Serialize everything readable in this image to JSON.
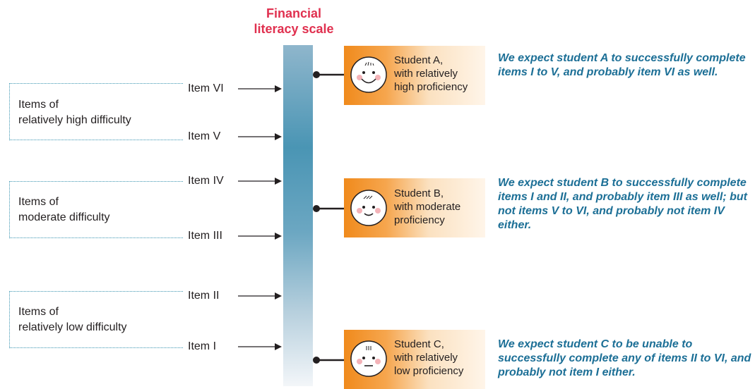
{
  "title": "Financial\nliteracy scale",
  "groups": [
    {
      "label": "Items of\nrelatively high difficulty"
    },
    {
      "label": "Items of\nmoderate difficulty"
    },
    {
      "label": "Items of\nrelatively low difficulty"
    }
  ],
  "items": [
    {
      "label": "Item VI"
    },
    {
      "label": "Item V"
    },
    {
      "label": "Item IV"
    },
    {
      "label": "Item III"
    },
    {
      "label": "Item II"
    },
    {
      "label": "Item I"
    }
  ],
  "students": [
    {
      "label": "Student A,\nwith relatively\nhigh proficiency",
      "face": "smiling-face-icon",
      "expectation": "We expect student A to successfully complete items I to V, and probably item VI as well."
    },
    {
      "label": "Student B,\nwith moderate\nproficiency",
      "face": "content-face-icon",
      "expectation": "We expect student B to successfully complete items I and II, and probably item III as well; but not items V to VI, and probably not item IV either."
    },
    {
      "label": "Student C,\nwith relatively\nlow proficiency",
      "face": "neutral-face-icon",
      "expectation": "We expect student C to be unable to successfully complete any of items II to VI, and probably not item I either."
    }
  ],
  "colors": {
    "title": "#e0304f",
    "expectation_text": "#1c6f96",
    "group_border": "#3b95b1",
    "student_box": "#f08a1c"
  }
}
